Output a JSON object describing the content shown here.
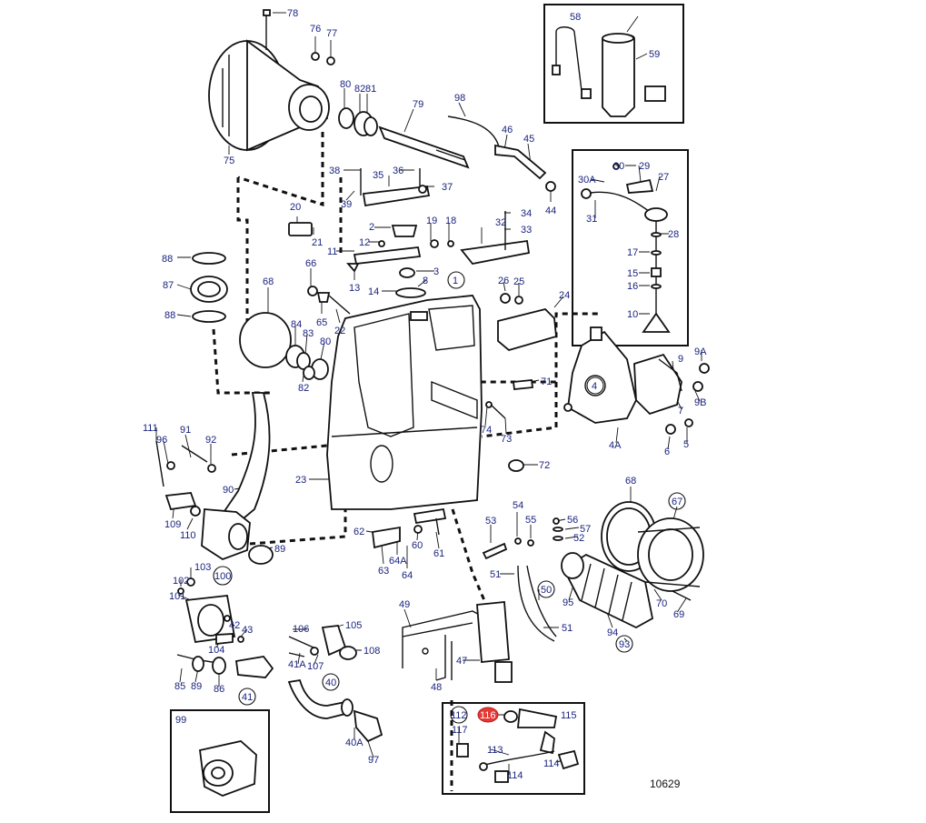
{
  "drawing_number": "10629",
  "highlight_color": "#e53935",
  "callout_color": "#1a237e",
  "callouts": {
    "c78": "78",
    "c76": "76",
    "c77": "77",
    "c80a": "80",
    "c82a": "82",
    "c81": "81",
    "c79": "79",
    "c98": "98",
    "c46": "46",
    "c45": "45",
    "c44": "44",
    "c75": "75",
    "c38": "38",
    "c35": "35",
    "c36": "36",
    "c37": "37",
    "c39": "39",
    "c20": "20",
    "c21": "21",
    "c2": "2",
    "c19": "19",
    "c18": "18",
    "c34": "34",
    "c33": "33",
    "c32": "32",
    "c12": "12",
    "c11": "11",
    "c3": "3",
    "c13": "13",
    "c14": "14",
    "c8": "8",
    "c1": "1",
    "c26": "26",
    "c25": "25",
    "c24": "24",
    "c66": "66",
    "c65": "65",
    "c22": "22",
    "c68a": "68",
    "c84": "84",
    "c83": "83",
    "c80b": "80",
    "c82b": "82",
    "c88a": "88",
    "c87": "87",
    "c88b": "88",
    "c71": "71",
    "c74": "74",
    "c73": "73",
    "c72": "72",
    "c23": "23",
    "c111": "111",
    "c96": "96",
    "c91": "91",
    "c92": "92",
    "c90": "90",
    "c109": "109",
    "c110": "110",
    "c89a": "89",
    "c62": "62",
    "c64A": "64A",
    "c63": "63",
    "c64": "64",
    "c60": "60",
    "c61": "61",
    "c53": "53",
    "c54": "54",
    "c55": "55",
    "c56": "56",
    "c57": "57",
    "c52": "52",
    "c51a": "51",
    "c50": "50",
    "c51b": "51",
    "c49": "49",
    "c47": "47",
    "c48": "48",
    "c68b": "68",
    "c67": "67",
    "c95": "95",
    "c94": "94",
    "c93": "93",
    "c70": "70",
    "c69": "69",
    "c103": "103",
    "c102": "102",
    "c100": "100",
    "c101": "101",
    "c42": "42",
    "c43": "43",
    "c104": "104",
    "c85": "85",
    "c89b": "89",
    "c86": "86",
    "c41": "41",
    "c106": "106",
    "c105": "105",
    "c108": "108",
    "c41A": "41A",
    "c107": "107",
    "c40": "40",
    "c40A": "40A",
    "c97": "97",
    "c99": "99",
    "c58": "58",
    "c59": "59",
    "c30": "30",
    "c29": "29",
    "c30A": "30A",
    "c27": "27",
    "c31": "31",
    "c28": "28",
    "c17": "17",
    "c15": "15",
    "c16": "16",
    "c10": "10",
    "c4": "4",
    "c9": "9",
    "c9A": "9A",
    "c9B": "9B",
    "c7": "7",
    "c4A": "4A",
    "c6": "6",
    "c5": "5",
    "c112": "112",
    "c116": "116",
    "c115": "115",
    "c117": "117",
    "c113": "113",
    "c114a": "114",
    "c114b": "114"
  }
}
